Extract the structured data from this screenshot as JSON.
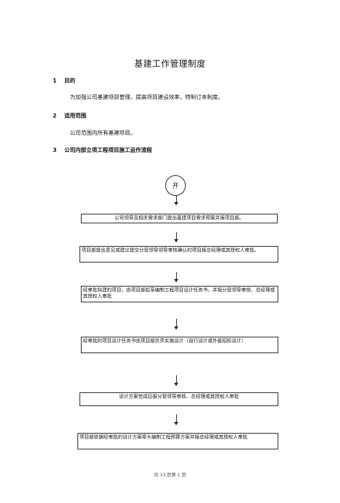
{
  "title": "基建工作管理制度",
  "sections": [
    {
      "num": "1",
      "heading": "目的",
      "body": "为加强公司基建项目管理，提高项目建设效率，特制订本制度。"
    },
    {
      "num": "2",
      "heading": "适用范围",
      "body": "公司范围内所有基建项目。"
    },
    {
      "num": "3",
      "heading": "公司内部立项工程项目施工运作流程"
    }
  ],
  "flow": {
    "start": "开",
    "steps": [
      "公司领导及相关需求部门提出基建项目需求预案并报项目部。",
      "项目部提出意见或建议提交分管领导领导审核确认的项目报总经理或其授权人审批。",
      "经审批拟建的项目，由项目部起草编制工程项目设计任务书，并报分管领导审核、总经理或其授权人审批",
      "经审批的项目设计任务书由项目部负责实施设计（自行设计或外部招标设计）",
      "设计方案完成后报分管领导审核、总经理或其授权人审批",
      "项目部依据经审批的设计方案牵头编制工程预算方案并报总经理或其授权人审批"
    ]
  },
  "footer": "共 13 页第 1 页"
}
